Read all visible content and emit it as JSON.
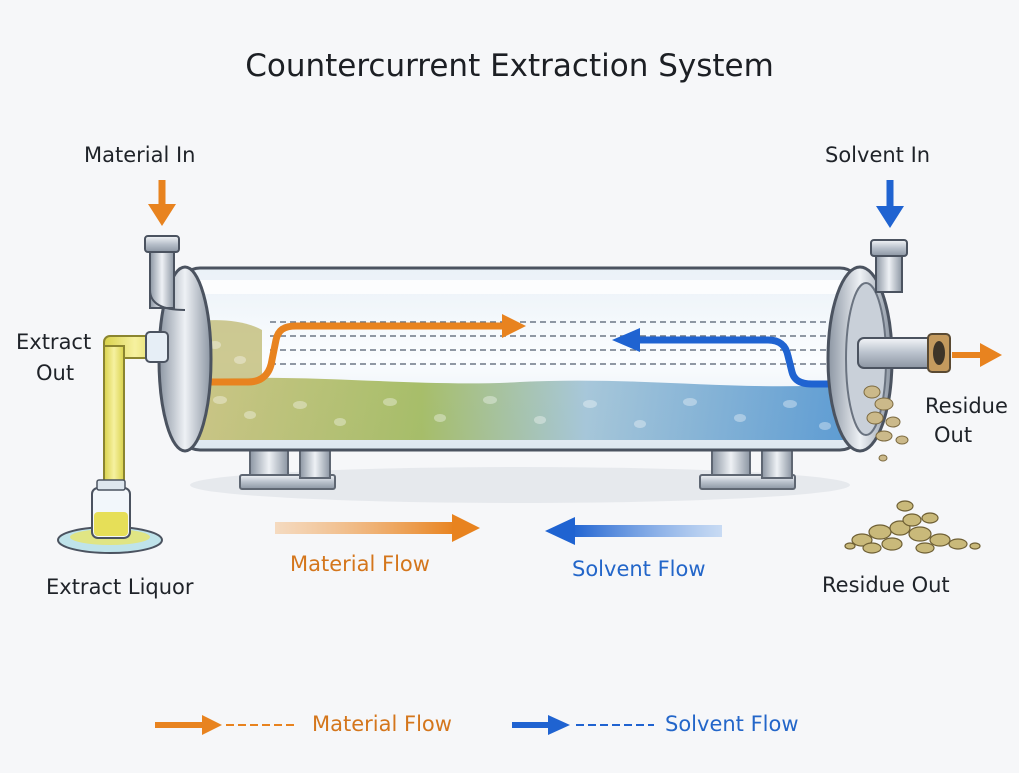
{
  "title": "Countercurrent Extraction System",
  "labels": {
    "material_in": "Material In",
    "solvent_in": "Solvent In",
    "extract_out_line1": "Extract",
    "extract_out_line2": "Out",
    "residue_out_side_line1": "Residue",
    "residue_out_side_line2": "Out",
    "extract_liquor": "Extract Liquor",
    "residue_out": "Residue Out",
    "material_flow": "Material Flow",
    "solvent_flow": "Solvent Flow"
  },
  "legend": {
    "material_flow": "Material Flow",
    "solvent_flow": "Solvent Flow"
  },
  "colors": {
    "material": "#e8831f",
    "solvent": "#1f63d1",
    "extract": "#e7e05a",
    "solids": "#b9b07a"
  },
  "icons": {
    "material_arrow": "arrow-down-icon",
    "solvent_arrow": "arrow-down-icon",
    "residue_arrow": "arrow-right-icon"
  }
}
